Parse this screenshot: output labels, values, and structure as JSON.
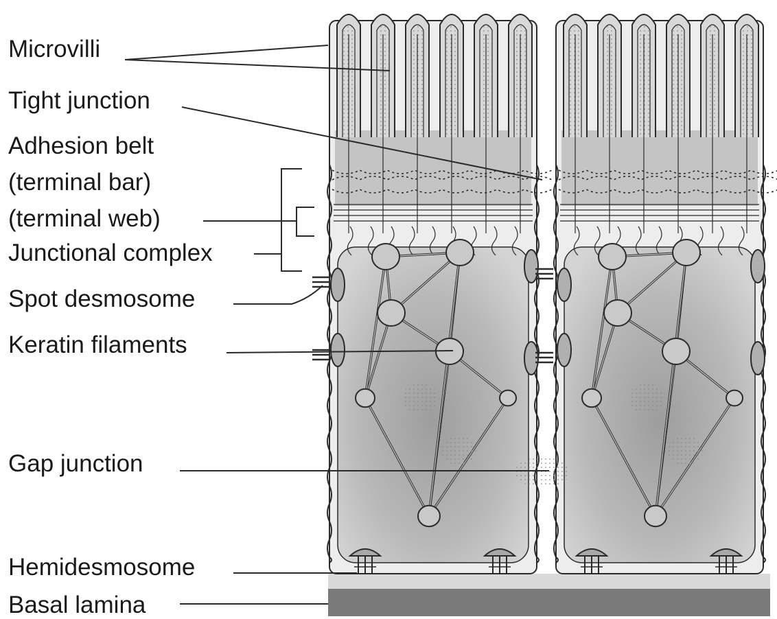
{
  "labels": {
    "microvilli": "Microvilli",
    "tight_junction": "Tight junction",
    "adhesion_belt": "Adhesion belt",
    "terminal_bar": "(terminal bar)",
    "terminal_web": "(terminal web)",
    "junctional_complex": "Junctional complex",
    "spot_desmosome": "Spot desmosome",
    "keratin_filaments": "Keratin filaments",
    "gap_junction": "Gap junction",
    "hemidesmosome": "Hemidesmosome",
    "basal_lamina": "Basal lamina"
  },
  "colors": {
    "ink": "#2a2a2a",
    "cell_body": "#c4c4c4",
    "cell_shade": "#a9a9a9",
    "cytoplasm_light": "#dedede",
    "basal_lamina": "#7a7a7a",
    "basal_band": "#d9d9d9"
  }
}
